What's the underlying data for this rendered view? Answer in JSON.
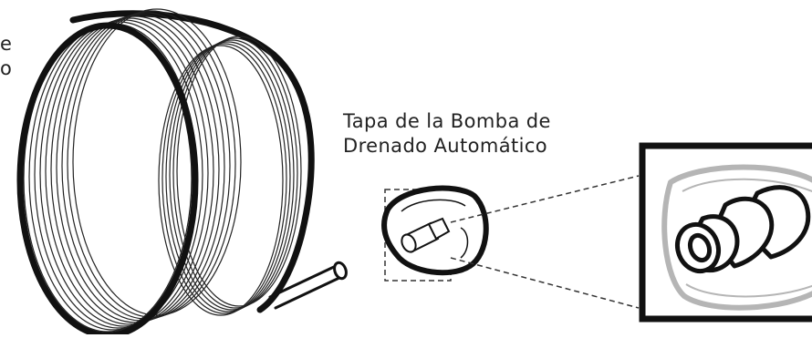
{
  "labels": {
    "edge_line_1": "e",
    "edge_line_2": "o",
    "cap_line_1": "Tapa de la Bomba de",
    "cap_line_2": "Drenado Automático"
  },
  "colors": {
    "stroke": "#111111",
    "detail_gray": "#b5b5b5",
    "text": "#222222",
    "background": "#ffffff"
  }
}
